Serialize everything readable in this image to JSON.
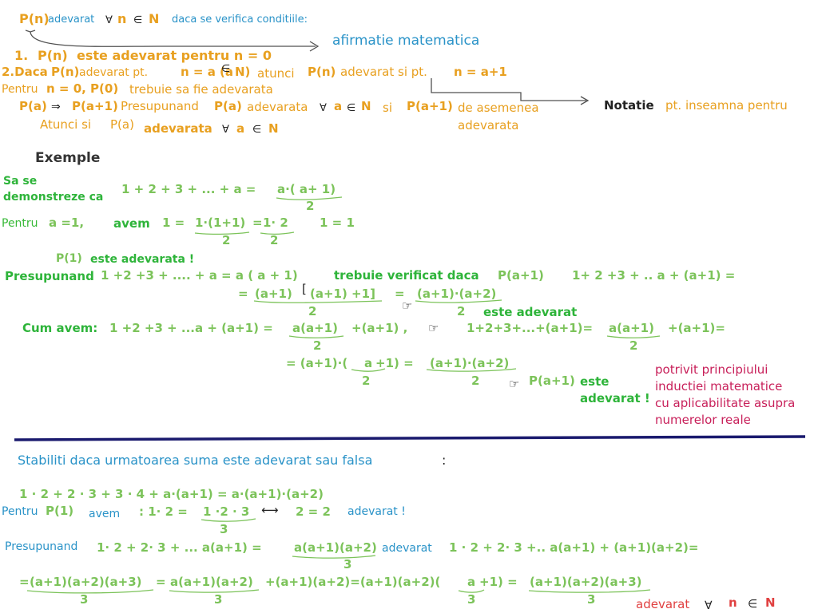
{
  "def": {
    "pn": "P(n)",
    "adevarat": "adevarat",
    "forall": "∀",
    "n": "n",
    "in": "∈",
    "N": "N",
    "daca": "daca  se verifica conditiile:",
    "afirmatie": "afirmatie matematica",
    "c1_num": "1.",
    "c1_pn": "P(n)",
    "c1_text": "este adevarat pentru n = 0",
    "c2_num": "2.Daca",
    "c2_pn": "P(n)",
    "c2_adev": "adevarat pt.",
    "c2_eq": "n = a (a",
    "c2_in": "∈",
    "c2_N": "N)",
    "c2_atunci": "atunci",
    "c2_pn2": "P(n)",
    "c2_adev2": "adevarat si pt.",
    "c2_na1": "n = a+1",
    "pentru": "Pentru",
    "pentru_n0": "n = 0, P(0)",
    "pentru_text": "trebuie sa fie adevarata",
    "pa": "P(a)",
    "implies": "⇒",
    "pa1": "P(a+1)",
    "presup": "Presupunand",
    "pa_2": "P(a)",
    "adevarata": "adevarata",
    "forall2": "∀",
    "a": "a",
    "in2": "∈",
    "N2": "N",
    "si": "si",
    "pa1_2": "P(a+1)",
    "deasemenea": "de asemenea",
    "adevarata2": "adevarata",
    "atunci_si": "Atunci si",
    "pa_3": "P(a)",
    "adevarata3": "adevarata",
    "forall3": "∀",
    "a3": "a",
    "in3": "∈",
    "N3": "N",
    "notatie": "Notatie",
    "notatie_text": "pt. inseamna pentru"
  },
  "ex": {
    "exemple": "Exemple",
    "sa_se": "Sa se",
    "demonstreze": "demonstreze ca",
    "sum": "1 + 2 + 3 + ... + a =",
    "frac_num": "a·( a+ 1)",
    "frac_den": "2",
    "pentru_a1": "Pentru",
    "a1": "a =1,",
    "avem": "avem",
    "one_eq": "1 =",
    "f1_num": "1·(1+1)",
    "f1_den": "2",
    "eq": "=",
    "f2_num": "1· 2",
    "f2_den": "2",
    "one_one": "1 = 1",
    "p1": "P(1)",
    "p1_text": "este adevarata !",
    "presup": "Presupunand",
    "presup_sum": "1 +2 +3 + .... + a = a ( a + 1)",
    "trebuie": "trebuie verificat daca",
    "pa1": "P(a+1)",
    "sum_a1": "1+ 2 +3 + .. a + (a+1) =",
    "eq2": "=",
    "s1_a": "(a+1)",
    "s1_bracket": "[",
    "s1_b": "(a+1) +1]",
    "s1_den": "2",
    "eq3": "=",
    "s1_r": "(a+1)·(a+2)",
    "s1_rden": "2",
    "hand": "☞",
    "este_adevarat": "este adevarat",
    "cum": "Cum avem:",
    "cum_sum": "1 +2 +3 + ...a + (a+1) =",
    "cum_f": "a(a+1)",
    "cum_fden": "2",
    "cum_plus": "+(a+1) ,",
    "hand2": "☞",
    "cum_sum2": "1+2+3+...+(a+1)=",
    "cum_f2": "a(a+1)",
    "cum_f2den": "2",
    "cum_plus2": "+(a+1)=",
    "l_eq": "= (a+1)·(",
    "l_a": "a",
    "l_plus": "+1) =",
    "l_den": "2",
    "l_r": "(a+1)·(a+2)",
    "l_rden": "2",
    "hand3": "☞",
    "l_pa1": "P(a+1)",
    "l_este": "este",
    "l_adev": "adevarat !",
    "potrivit": [
      "potrivit principiului",
      "inductiei matematice",
      "cu aplicabilitate asupra",
      "numerelor reale"
    ]
  },
  "ex2": {
    "title": "Stabiliti daca urmatoarea suma este adevarat sau falsa",
    "colon": ":",
    "sum": "1 · 2  + 2 · 3 + 3 · 4 +  a·(a+1) = a·(a+1)·(a+2)",
    "pentru": "Pentru",
    "p1": "P(1)",
    "avem": "avem",
    "colon_eq": ": 1· 2  =",
    "f_num": "1 ·2 · 3",
    "f_den": "3",
    "arrow": "⟷",
    "two": "2 = 2",
    "adevarat": "adevarat !",
    "presup": "Presupunand",
    "presup_sum": "1· 2 + 2· 3 + ... a(a+1) =",
    "presup_f": "a(a+1)(a+2)",
    "presup_fden": "3",
    "adevarat2": "adevarat",
    "rhs": "1 · 2 + 2· 3  +.. a(a+1) + (a+1)(a+2)=",
    "last_eq": "=",
    "last_f1": "(a+1)(a+2)(a+3)",
    "last_f1den": "3",
    "last_eq2": "=",
    "last_f2": "a(a+1)(a+2)",
    "last_f2den": "3",
    "last_mid": "+(a+1)(a+2)=(a+1)(a+2)(",
    "last_a": "a",
    "last_plus": "+1) =",
    "last_aden": "3",
    "last_f3": "(a+1)(a+2)(a+3)",
    "last_f3den": "3",
    "final_adev": "adevarat",
    "final_forall": "∀",
    "final_n": "n",
    "final_in": "∈",
    "final_N": "N"
  },
  "colors": {
    "orange": "#e8a020",
    "blue": "#2a93c8",
    "green": "#7cc35a",
    "dark_green": "#2eb43a",
    "magenta": "#c8205a",
    "red": "#e04040",
    "separator": "#1a1a6e"
  }
}
